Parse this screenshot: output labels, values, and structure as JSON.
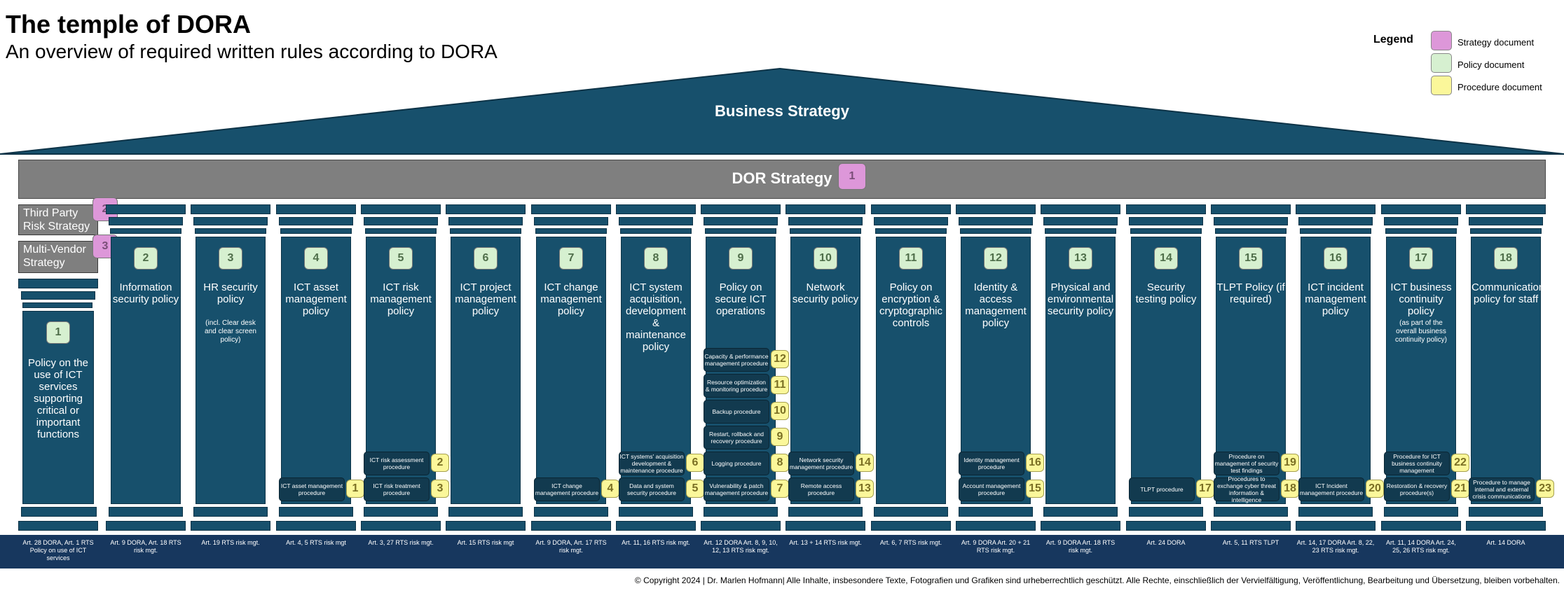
{
  "title": "The temple of DORA",
  "subtitle": "An overview of required written rules according to DORA",
  "legend": {
    "title": "Legend",
    "items": [
      {
        "label": "Strategy document",
        "color": "#dd97d9"
      },
      {
        "label": "Policy document",
        "color": "#d6f0d0"
      },
      {
        "label": "Procedure document",
        "color": "#fbf79a"
      }
    ]
  },
  "roof_label": "Business Strategy",
  "dor_strategy": {
    "label": "DOR Strategy",
    "badge": "1"
  },
  "side_strategies": [
    {
      "label": "Third Party Risk Strategy",
      "badge": "2"
    },
    {
      "label": "Multi-Vendor Strategy",
      "badge": "3"
    }
  ],
  "left_pillar": {
    "badge": "1",
    "title": "Policy on the use of ICT services supporting critical or important functions",
    "footer": "Art. 28 DORA, Art. 1 RTS Policy on use of ICT services"
  },
  "pillars": [
    {
      "num": "2",
      "title": "Information security policy",
      "note": "",
      "footer": "Art. 9 DORA, Art. 18 RTS risk mgt.",
      "procedures": []
    },
    {
      "num": "3",
      "title": "HR security policy",
      "note": "(incl. Clear desk and clear screen policy)",
      "footer": "Art. 19 RTS risk mgt.",
      "procedures": []
    },
    {
      "num": "4",
      "title": "ICT asset management policy",
      "note": "",
      "footer": "Art. 4, 5 RTS risk mgt",
      "procedures": [
        {
          "label": "ICT asset management procedure",
          "num": "1"
        }
      ]
    },
    {
      "num": "5",
      "title": "ICT risk management policy",
      "note": "",
      "footer": "Art. 3, 27 RTS risk mgt.",
      "procedures": [
        {
          "label": "ICT risk assessment procedure",
          "num": "2"
        },
        {
          "label": "ICT risk treatment procedure",
          "num": "3"
        }
      ]
    },
    {
      "num": "6",
      "title": "ICT project management policy",
      "note": "",
      "footer": "Art. 15 RTS risk mgt",
      "procedures": []
    },
    {
      "num": "7",
      "title": "ICT change management policy",
      "note": "",
      "footer": "Art. 9 DORA, Art. 17 RTS risk mgt.",
      "procedures": [
        {
          "label": "ICT change management procedure",
          "num": "4"
        }
      ]
    },
    {
      "num": "8",
      "title": "ICT system acquisition, development & maintenance policy",
      "note": "",
      "footer": "Art. 11, 16 RTS risk mgt.",
      "procedures": [
        {
          "label": "ICT systems' acquisition development & maintenance procedure",
          "num": "6"
        },
        {
          "label": "Data and system security procedure",
          "num": "5"
        }
      ]
    },
    {
      "num": "9",
      "title": "Policy on secure ICT operations",
      "note": "",
      "footer": "Art. 12 DORA Art. 8, 9, 10, 12, 13 RTS risk mgt.",
      "procedures": [
        {
          "label": "Capacity & performance management procedure",
          "num": "12"
        },
        {
          "label": "Resource optimization & monitoring procedure",
          "num": "11"
        },
        {
          "label": "Backup procedure",
          "num": "10"
        },
        {
          "label": "Restart, rollback and recovery procedure",
          "num": "9"
        },
        {
          "label": "Logging procedure",
          "num": "8"
        },
        {
          "label": "Vulnerability & patch management procedure",
          "num": "7"
        }
      ]
    },
    {
      "num": "10",
      "title": "Network security policy",
      "note": "",
      "footer": "Art. 13 + 14 RTS risk mgt.",
      "procedures": [
        {
          "label": "Network security management procedure",
          "num": "14"
        },
        {
          "label": "Remote access procedure",
          "num": "13"
        }
      ]
    },
    {
      "num": "11",
      "title": "Policy on encryption & cryptographic controls",
      "note": "",
      "footer": "Art. 6, 7 RTS risk mgt.",
      "procedures": []
    },
    {
      "num": "12",
      "title": "Identity & access management policy",
      "note": "",
      "footer": "Art. 9 DORA Art. 20 + 21 RTS risk mgt.",
      "procedures": [
        {
          "label": "Identity management procedure",
          "num": "16"
        },
        {
          "label": "Account management procedure",
          "num": "15"
        }
      ]
    },
    {
      "num": "13",
      "title": "Physical and environmental security policy",
      "note": "",
      "footer": "Art. 9 DORA Art. 18 RTS risk mgt.",
      "procedures": []
    },
    {
      "num": "14",
      "title": "Security testing policy",
      "note": "",
      "footer": "Art. 24 DORA",
      "procedures": [
        {
          "label": "TLPT procedure",
          "num": "17"
        }
      ]
    },
    {
      "num": "15",
      "title": "TLPT Policy (if required)",
      "note": "",
      "footer": "Art. 5, 11 RTS TLPT",
      "procedures": [
        {
          "label": "Procedure on management of security test findings",
          "num": "19"
        },
        {
          "label": "Procedures to exchange cyber threat information & intelligence",
          "num": "18"
        }
      ]
    },
    {
      "num": "16",
      "title": "ICT incident management policy",
      "note": "",
      "footer": "Art. 14, 17 DORA Art. 8, 22, 23 RTS risk mgt.",
      "procedures": [
        {
          "label": "ICT Incident management procedure",
          "num": "20"
        }
      ]
    },
    {
      "num": "17",
      "title": "ICT business continuity policy",
      "note": "(as part of the overall business continuity policy)",
      "footer": "Art. 11, 14 DORA Art. 24, 25, 26 RTS risk mgt.",
      "procedures": [
        {
          "label": "Procedure for ICT business continuity management",
          "num": "22"
        },
        {
          "label": "Restoration & recovery procedure(s)",
          "num": "21"
        }
      ]
    },
    {
      "num": "18",
      "title": "Communication policy for staff",
      "note": "",
      "footer": "Art. 14 DORA",
      "procedures": [
        {
          "label": "Procedure to manage internal and external crisis communications",
          "num": "23"
        }
      ]
    }
  ],
  "copyright": "© Copyright 2024 | Dr. Marlen Hofmann| Alle Inhalte, insbesondere Texte, Fotografien und Grafiken sind urheberrechtlich geschützt. Alle Rechte, einschließlich der Vervielfältigung, Veröffentlichung, Bearbeitung und Übersetzung, bleiben vorbehalten."
}
